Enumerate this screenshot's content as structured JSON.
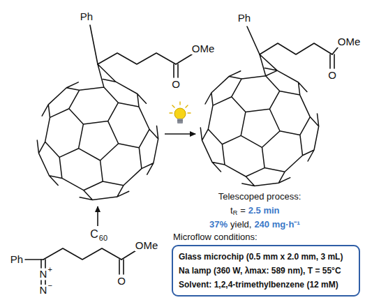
{
  "diagram": {
    "nodes": [
      {
        "text": [
          "Microflow conditions:",
          "Glass microchip (0.5 mm x 2.0 mm, 3 mL)",
          "Na lamp (360 W, λmax: 589 nm), T = 55°C",
          "Solvent: 1,2,4-trimethylbenzene (12 mM)"
        ]
      }
    ],
    "labels": [
      "Ph",
      "O",
      "OMe",
      "Ph",
      "O",
      "OMe",
      "Telescoped process:",
      "t",
      "R",
      "=",
      "2.5 min",
      "37%",
      "yield,",
      "240 mg·h⁻¹",
      "C",
      "60",
      "Ph",
      "N",
      "+",
      "N",
      "−",
      "O",
      "OMe"
    ]
  }
}
